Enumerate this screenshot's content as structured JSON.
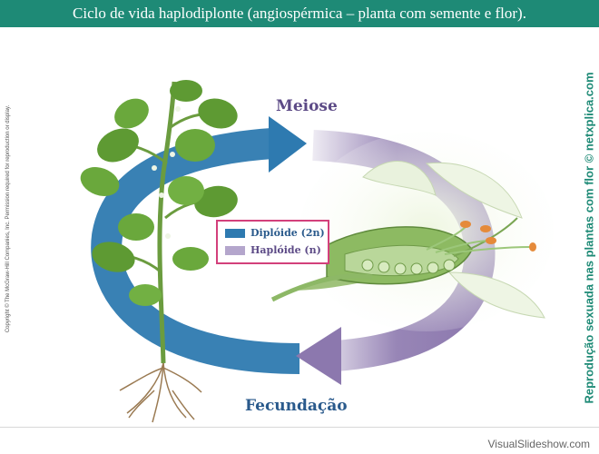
{
  "header": {
    "title": "Ciclo de vida haplodiplonte (angiospérmica – planta com semente e flor)."
  },
  "diagram": {
    "label_top": "Meiose",
    "label_bottom": "Fecundação",
    "legend": {
      "diploid": "Diplóide (2n)",
      "haploid": "Haplóide (n)"
    },
    "colors": {
      "diploid": "#2e7ab0",
      "haploid": "#8c78ae",
      "title_bar": "#1e8a76",
      "legend_border": "#d3407b"
    }
  },
  "side": {
    "copyright": "Copyright © The McGraw-Hill Companies, Inc. Permission required for reproduction or display.",
    "credit": "Reprodução sexuada nas plantas com flor © netxplica.com"
  },
  "footer": {
    "brand": "VisualSlideshow.com"
  }
}
